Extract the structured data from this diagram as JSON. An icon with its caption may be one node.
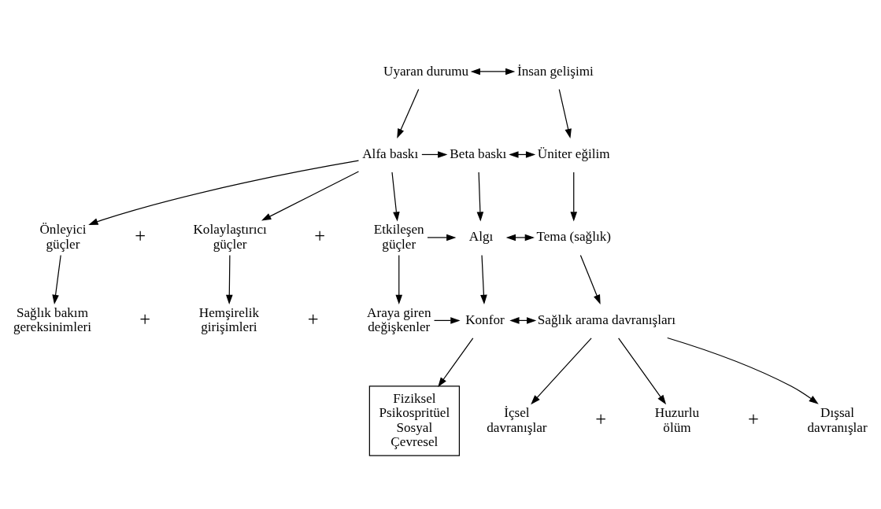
{
  "diagram": {
    "nodes": [
      {
        "text": [
          "Uyaran durumu"
        ]
      },
      {
        "text": [
          "İnsan gelişimi"
        ]
      },
      {
        "text": [
          "Alfa baskı"
        ]
      },
      {
        "text": [
          "Beta baskı"
        ]
      },
      {
        "text": [
          "Üniter eğilim"
        ]
      },
      {
        "text": [
          "Önleyici güçler"
        ]
      },
      {
        "text": [
          "Kolaylaştırıcı güçler"
        ]
      },
      {
        "text": [
          "Etkileşen güçler"
        ]
      },
      {
        "text": [
          "Algı"
        ]
      },
      {
        "text": [
          "Tema (sağlık)"
        ]
      },
      {
        "text": [
          "Sağlık bakım gereksinimleri"
        ]
      },
      {
        "text": [
          "Hemşirelik girişimleri"
        ]
      },
      {
        "text": [
          "Araya giren değişkenler"
        ]
      },
      {
        "text": [
          "Konfor"
        ]
      },
      {
        "text": [
          "Sağlık arama davranışları"
        ]
      },
      {
        "text": [
          "Fiziksel",
          "Psikospritüel",
          "Sosyal",
          "Çevresel"
        ]
      },
      {
        "text": [
          "İçsel davranışlar"
        ]
      },
      {
        "text": [
          "Huzurlu ölüm"
        ]
      },
      {
        "text": [
          "Dışsal davranışlar"
        ]
      }
    ],
    "edges": [
      {
        "from": 0,
        "to": 1,
        "arrow": "both"
      },
      {
        "from": 0,
        "to": 2,
        "arrow": "to"
      },
      {
        "from": 1,
        "to": 4,
        "arrow": "to"
      },
      {
        "from": 2,
        "to": 3,
        "arrow": "to"
      },
      {
        "from": 3,
        "to": 4,
        "arrow": "both"
      },
      {
        "from": 2,
        "to": 5,
        "arrow": "to"
      },
      {
        "from": 2,
        "to": 6,
        "arrow": "to"
      },
      {
        "from": 2,
        "to": 7,
        "arrow": "to"
      },
      {
        "from": 3,
        "to": 8,
        "arrow": "to"
      },
      {
        "from": 4,
        "to": 9,
        "arrow": "to"
      },
      {
        "from": 7,
        "to": 8,
        "arrow": "to"
      },
      {
        "from": 8,
        "to": 9,
        "arrow": "both"
      },
      {
        "from": 5,
        "to": 10,
        "arrow": "to"
      },
      {
        "from": 6,
        "to": 11,
        "arrow": "to"
      },
      {
        "from": 7,
        "to": 12,
        "arrow": "to"
      },
      {
        "from": 8,
        "to": 13,
        "arrow": "to"
      },
      {
        "from": 9,
        "to": 14,
        "arrow": "to"
      },
      {
        "from": 12,
        "to": 13,
        "arrow": "to"
      },
      {
        "from": 13,
        "to": 14,
        "arrow": "both"
      },
      {
        "from": 13,
        "to": 15,
        "arrow": "to"
      },
      {
        "from": 14,
        "to": 16,
        "arrow": "to"
      },
      {
        "from": 14,
        "to": 17,
        "arrow": "to"
      },
      {
        "from": 14,
        "to": 18,
        "arrow": "to"
      }
    ],
    "labels": [
      "+",
      "+",
      "+",
      "+",
      "+",
      "+"
    ]
  }
}
